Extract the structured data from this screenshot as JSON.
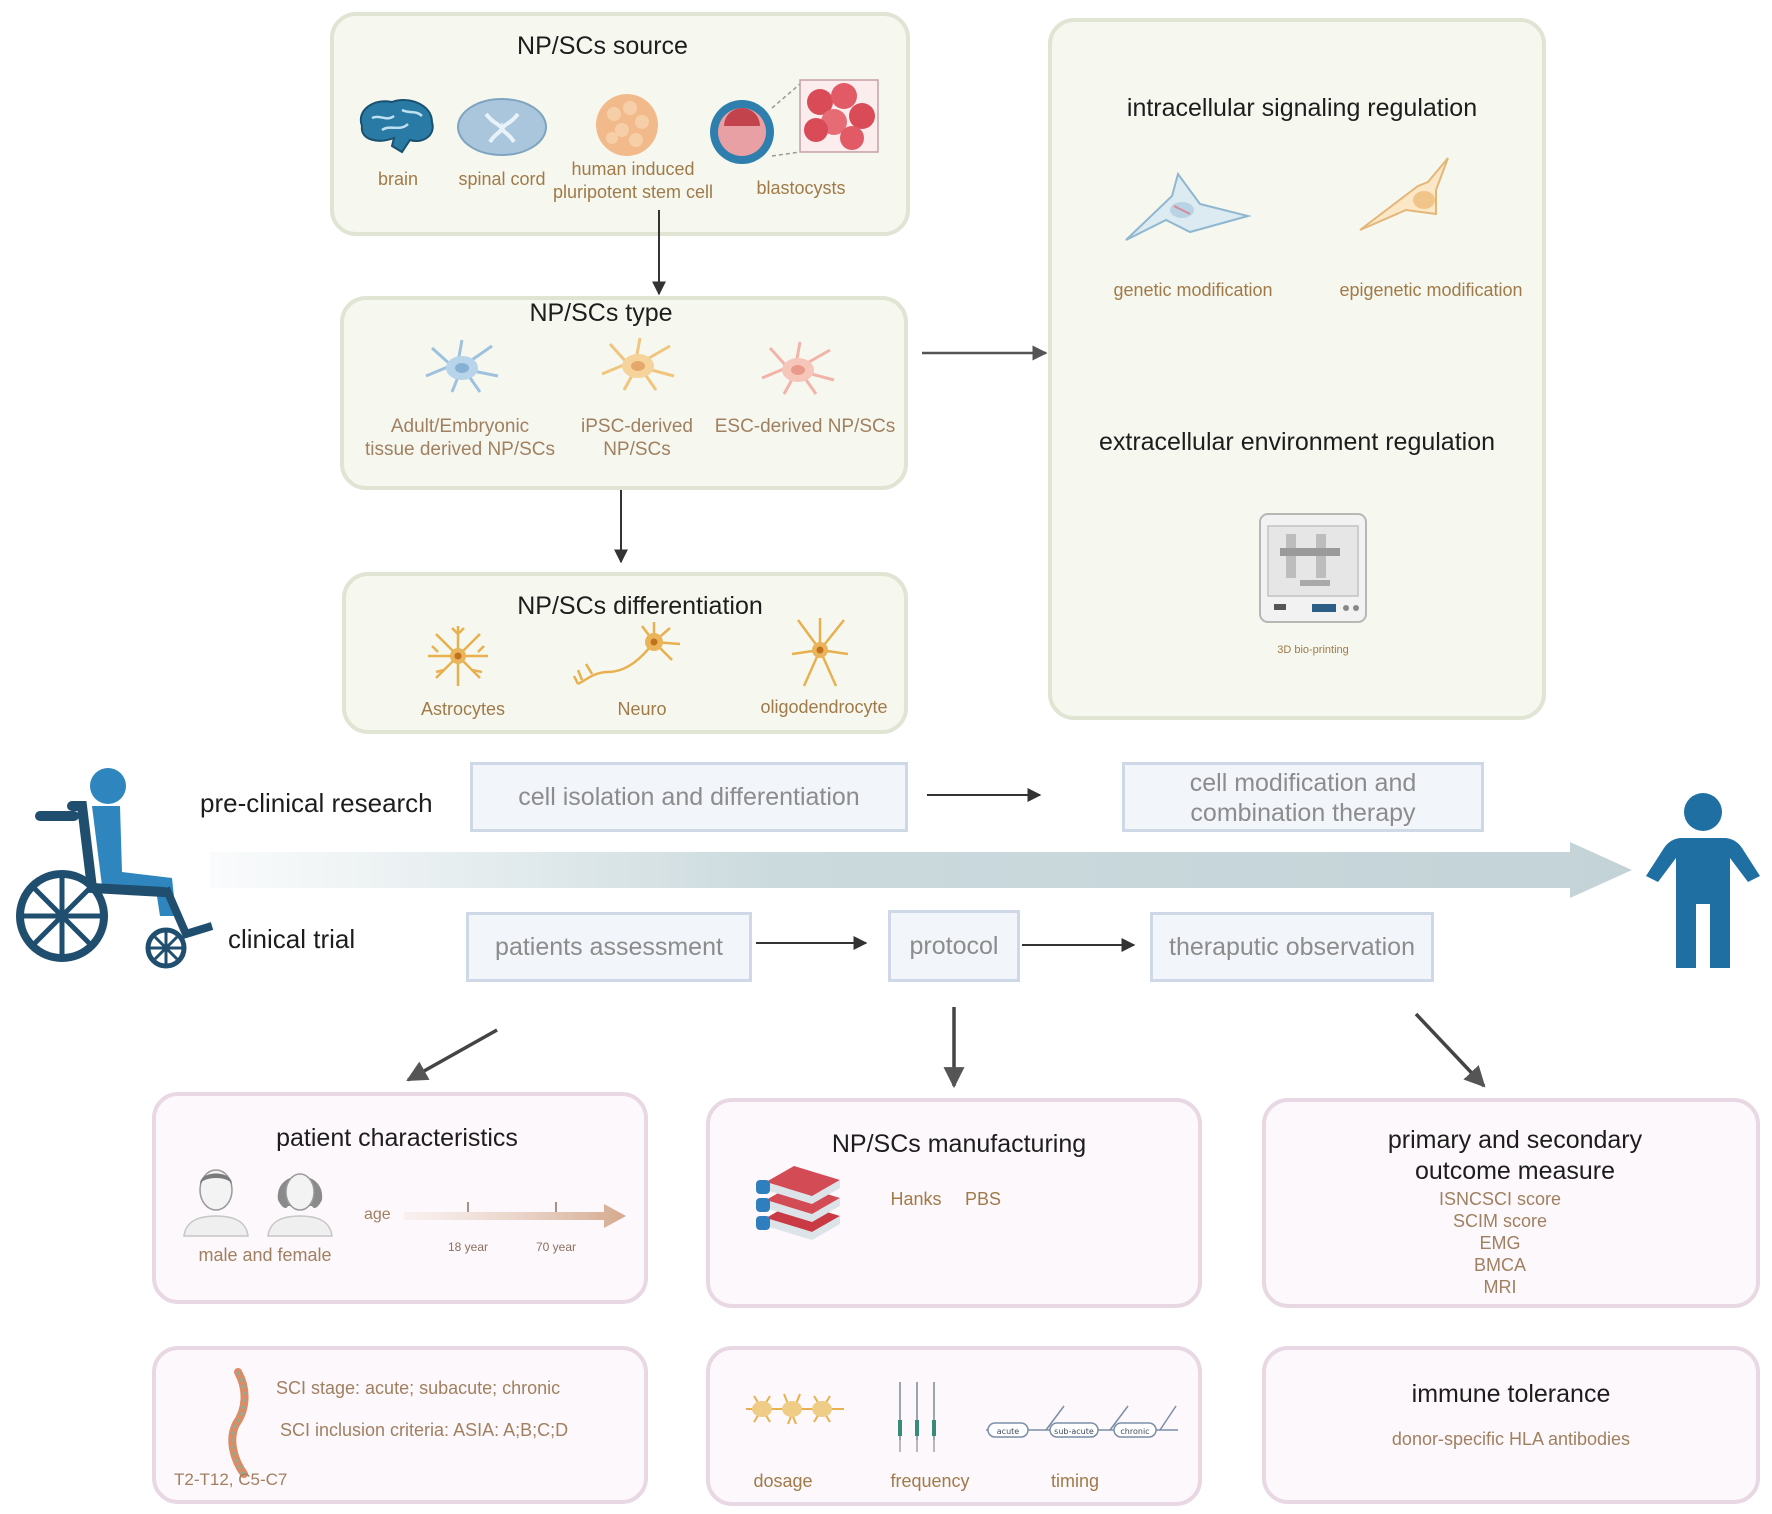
{
  "source": {
    "title": "NP/SCs source",
    "brain": "brain",
    "spinal_cord": "spinal cord",
    "hipsc_line1": "human induced",
    "hipsc_line2": "pluripotent stem cell",
    "blastocysts": "blastocysts"
  },
  "type": {
    "title": "NP/SCs type",
    "adult_line1": "Adult/Embryonic",
    "adult_line2": "tissue derived NP/SCs",
    "ipsc_line1": "iPSC-derived",
    "ipsc_line2": "NP/SCs",
    "esc": "ESC-derived NP/SCs"
  },
  "differentiation": {
    "title": "NP/SCs differentiation",
    "astro": "Astrocytes",
    "neuro": "Neuro",
    "oligo": "oligodendrocyte"
  },
  "regulation": {
    "intracellular": "intracellular signaling regulation",
    "genetic": "genetic modification",
    "epigenetic": "epigenetic modification",
    "extracellular": "extracellular environment regulation",
    "bioprint": "3D bio-printing"
  },
  "timeline": {
    "preclinical": "pre-clinical research",
    "clinical": "clinical trial",
    "cell_isolation": "cell isolation and differentiation",
    "cell_mod_line1": "cell modification  and",
    "cell_mod_line2": "combination therapy",
    "patients_assessment": "patients assessment",
    "protocol": "protocol",
    "observation": "theraputic observation"
  },
  "patient": {
    "title": "patient characteristics",
    "male_female": "male and female",
    "age": "age",
    "age18": "18 year",
    "age70": "70 year"
  },
  "manufacturing": {
    "title": "NP/SCs manufacturing",
    "hanks": "Hanks",
    "pbs": "PBS"
  },
  "outcome": {
    "title_line1": "primary and secondary",
    "title_line2": "outcome measure",
    "items": [
      "ISNCSCI score",
      "SCIM score",
      "EMG",
      "BMCA",
      "MRI"
    ]
  },
  "sci": {
    "stage": "SCI stage: acute; subacute; chronic",
    "criteria": "SCI inclusion criteria: ASIA: A;B;C;D",
    "levels": "T2-T12, C5-C7"
  },
  "dosing": {
    "dosage": "dosage",
    "frequency": "frequency",
    "timing": "timing",
    "acute": "acute",
    "subacute": "sub-acute",
    "chronic": "chronic"
  },
  "immune": {
    "title": "immune tolerance",
    "hla": "donor-specific HLA antibodies"
  },
  "colors": {
    "green_box": "#f6f8ef",
    "pink_box": "#fdf8fb",
    "blue_box": "#f2f5fa",
    "figure_blue": "#1f6fa3",
    "label_brown": "#a07a48"
  }
}
